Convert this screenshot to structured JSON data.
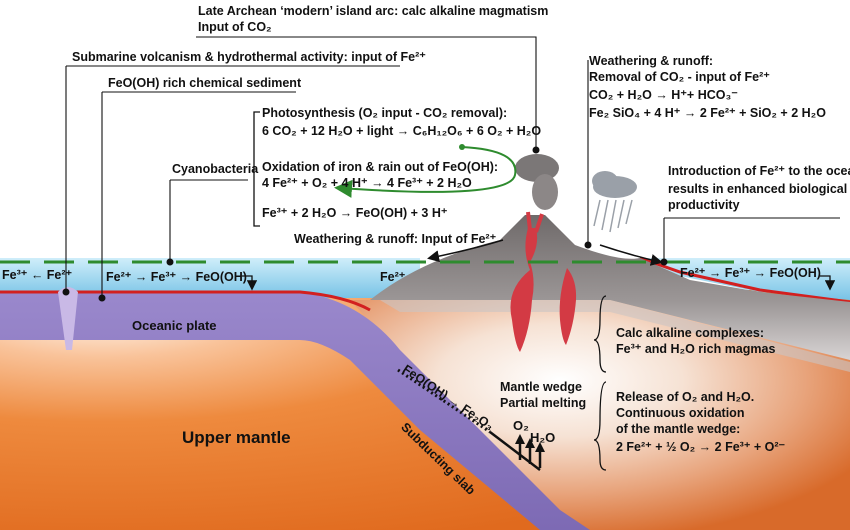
{
  "labels": {
    "arc_title_1": "Late Archean ‘modern’ island arc: calc alkaline magmatism",
    "arc_title_2": "Input of CO₂",
    "submarine": "Submarine volcanism & hydrothermal activity: input of  Fe²⁺",
    "feooh_sediment": "FeO(OH) rich chemical sediment",
    "photosynthesis_1": "Photosynthesis (O₂ input - CO₂ removal):",
    "photosynthesis_2": "6 CO₂ + 12 H₂O + light → C₆H₁₂O₆ + 6 O₂ + H₂O",
    "cyanobacteria": "Cyanobacteria",
    "oxidation_1": "Oxidation of iron & rain out of FeO(OH):",
    "oxidation_2": "4 Fe²⁺ + O₂ + 4 H⁺ → 4 Fe³⁺ + 2 H₂O",
    "oxidation_3": "Fe³⁺ + 2 H₂O → FeO(OH) + 3 H⁺",
    "weathering_input": "Weathering & runoff: Input of Fe²⁺",
    "weathering_right_1": "Weathering & runoff:",
    "weathering_right_2": "Removal of CO₂ - input of Fe²⁺",
    "weathering_right_3": "CO₂ + H₂O → H⁺+ HCO₃⁻",
    "weathering_right_4": "Fe₂ SiO₄ + 4 H⁺ → 2 Fe²⁺ + SiO₂ + 2 H₂O",
    "introduction_1": "Introduction of Fe²⁺ to the oceans",
    "introduction_2": "results in enhanced biological",
    "introduction_3": "productivity",
    "sea_left_1": "Fe³⁺ ← Fe²⁺",
    "sea_left_2": "Fe²⁺ → Fe³⁺ → FeO(OH)",
    "sea_fe2": "Fe²⁺",
    "sea_right": "Fe²⁺ → Fe³⁺ → FeO(OH)",
    "oceanic_plate": "Oceanic plate",
    "calc_1": "Calc alkaline complexes:",
    "calc_2": "Fe³⁺ and  H₂O rich magmas",
    "feooh_fe2o3": "FeO(OH) → Fe₂O₃",
    "mantle_wedge_1": "Mantle wedge",
    "mantle_wedge_2": "Partial melting",
    "release_1": "Release of O₂ and H₂O.",
    "release_2": "Continuous oxidation",
    "release_3": "of the mantle wedge:",
    "release_4": "2 Fe²⁺ + ½ O₂ → 2 Fe³⁺ + O²⁻",
    "o2": "O₂",
    "h2o": "H₂O",
    "upper_mantle": "Upper mantle",
    "subducting_slab": "Subducting slab"
  },
  "colors": {
    "ocean": "#9fd6ee",
    "plate": "#8a78c0",
    "mantle": "#e8782e",
    "volcano": "#8a8584",
    "magma": "#d33a44",
    "arrow_green": "#2e8b2e",
    "crust_line": "#d22020"
  }
}
